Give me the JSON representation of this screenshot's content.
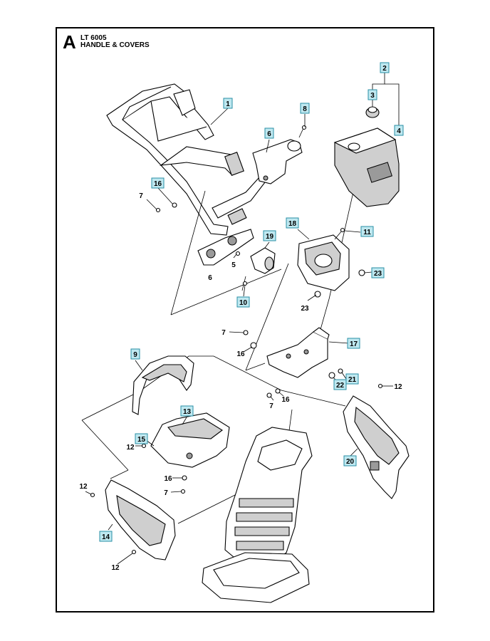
{
  "header": {
    "letter": "A",
    "model": "LT 6005",
    "title": "HANDLE & COVERS"
  },
  "callouts_boxed": [
    "1",
    "2",
    "3",
    "4",
    "6",
    "8",
    "9",
    "10",
    "11",
    "13",
    "14",
    "15",
    "16",
    "17",
    "18",
    "19",
    "20",
    "21",
    "22",
    "23"
  ],
  "callouts_plain": [
    "5",
    "6",
    "7",
    "7",
    "7",
    "7",
    "12",
    "12",
    "12",
    "12",
    "16",
    "16",
    "16",
    "23"
  ],
  "colors": {
    "callout_fill": "#bfe8f0",
    "callout_stroke": "#2a8fa6",
    "line": "#000000"
  }
}
